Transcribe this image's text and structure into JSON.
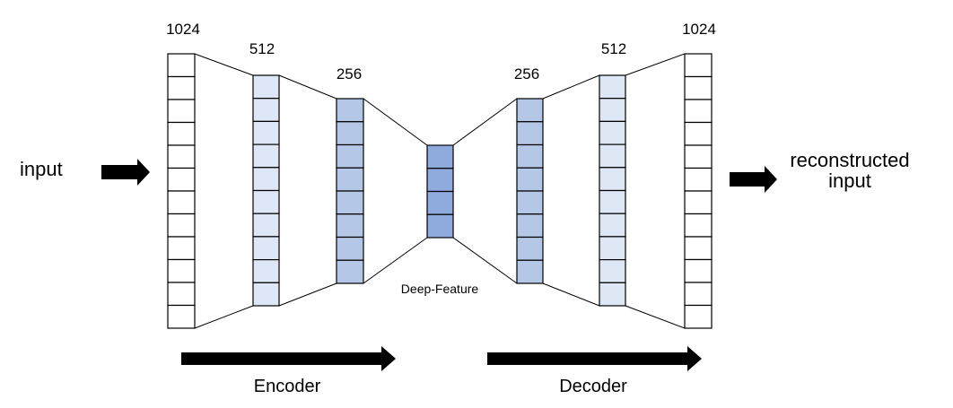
{
  "input_label": "input",
  "output_label_line1": "reconstructed",
  "output_label_line2": "input",
  "feature_label": "Deep-Feature",
  "encoder_label": "Encoder",
  "decoder_label": "Decoder",
  "colors": {
    "layer_1024": "#ffffff",
    "layer_512": "#dde7f6",
    "layer_256": "#b4c7e7",
    "layer_deep": "#8faadc",
    "arrow": "#000000"
  },
  "layers": [
    {
      "id": "enc-1024",
      "size_label": "1024",
      "cells": 12,
      "color_key": "layer_1024"
    },
    {
      "id": "enc-512",
      "size_label": "512",
      "cells": 10,
      "color_key": "layer_512"
    },
    {
      "id": "enc-256",
      "size_label": "256",
      "cells": 8,
      "color_key": "layer_256"
    },
    {
      "id": "deep",
      "size_label": "",
      "cells": 4,
      "color_key": "layer_deep"
    },
    {
      "id": "dec-256",
      "size_label": "256",
      "cells": 8,
      "color_key": "layer_256"
    },
    {
      "id": "dec-512",
      "size_label": "512",
      "cells": 10,
      "color_key": "layer_512"
    },
    {
      "id": "dec-1024",
      "size_label": "1024",
      "cells": 12,
      "color_key": "layer_1024"
    }
  ]
}
